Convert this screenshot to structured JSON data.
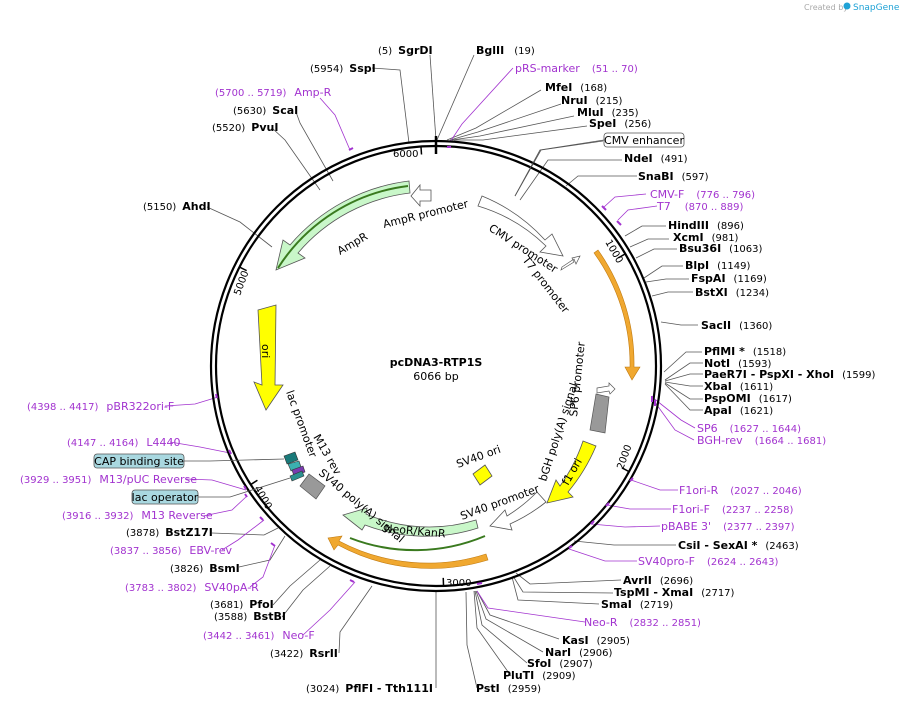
{
  "header": {
    "created_by": "Created by",
    "brand": "SnapGene"
  },
  "plasmid": {
    "name": "pcDNA3-RTP1S",
    "size": "6066 bp"
  },
  "ticks": [
    "1000",
    "2000",
    "3000",
    "4000",
    "5000",
    "6000"
  ],
  "enzymes": [
    {
      "name": "SgrDI",
      "pos": "(5)"
    },
    {
      "name": "BglII",
      "pos": "(19)"
    },
    {
      "name": "MfeI",
      "pos": "(168)"
    },
    {
      "name": "NruI",
      "pos": "(215)"
    },
    {
      "name": "MluI",
      "pos": "(235)"
    },
    {
      "name": "SpeI",
      "pos": "(256)"
    },
    {
      "name": "NdeI",
      "pos": "(491)"
    },
    {
      "name": "SnaBI",
      "pos": "(597)"
    },
    {
      "name": "HindIII",
      "pos": "(896)"
    },
    {
      "name": "XcmI",
      "pos": "(981)"
    },
    {
      "name": "Bsu36I",
      "pos": "(1063)"
    },
    {
      "name": "BlpI",
      "pos": "(1149)"
    },
    {
      "name": "FspAI",
      "pos": "(1169)"
    },
    {
      "name": "BstXI",
      "pos": "(1234)"
    },
    {
      "name": "SacII",
      "pos": "(1360)"
    },
    {
      "name": "PflMI *",
      "pos": "(1518)"
    },
    {
      "name": "NotI",
      "pos": "(1593)"
    },
    {
      "name": "PaeR7I - PspXI - XhoI",
      "pos": "(1599)"
    },
    {
      "name": "XbaI",
      "pos": "(1611)"
    },
    {
      "name": "PspOMI",
      "pos": "(1617)"
    },
    {
      "name": "ApaI",
      "pos": "(1621)"
    },
    {
      "name": "CsiI - SexAI *",
      "pos": "(2463)"
    },
    {
      "name": "AvrII",
      "pos": "(2696)"
    },
    {
      "name": "TspMI - XmaI",
      "pos": "(2717)"
    },
    {
      "name": "SmaI",
      "pos": "(2719)"
    },
    {
      "name": "KasI",
      "pos": "(2905)"
    },
    {
      "name": "NarI",
      "pos": "(2906)"
    },
    {
      "name": "SfoI",
      "pos": "(2907)"
    },
    {
      "name": "PluTI",
      "pos": "(2909)"
    },
    {
      "name": "PstI",
      "pos": "(2959)"
    },
    {
      "name": "PflFI - Tth111I",
      "pos": "(3024)"
    },
    {
      "name": "RsrII",
      "pos": "(3422)"
    },
    {
      "name": "BstBI",
      "pos": "(3588)"
    },
    {
      "name": "PfoI",
      "pos": "(3681)"
    },
    {
      "name": "BsmI",
      "pos": "(3826)"
    },
    {
      "name": "BstZ17I",
      "pos": "(3878)"
    },
    {
      "name": "AhdI",
      "pos": "(5150)"
    },
    {
      "name": "PvuI",
      "pos": "(5520)"
    },
    {
      "name": "ScaI",
      "pos": "(5630)"
    },
    {
      "name": "SspI",
      "pos": "(5954)"
    }
  ],
  "primers": [
    {
      "name": "pRS-marker",
      "range": "(51 .. 70)"
    },
    {
      "name": "CMV-F",
      "range": "(776 .. 796)"
    },
    {
      "name": "T7",
      "range": "(870 .. 889)"
    },
    {
      "name": "SP6",
      "range": "(1627 .. 1644)"
    },
    {
      "name": "BGH-rev",
      "range": "(1664 .. 1681)"
    },
    {
      "name": "F1ori-R",
      "range": "(2027 .. 2046)"
    },
    {
      "name": "F1ori-F",
      "range": "(2237 .. 2258)"
    },
    {
      "name": "pBABE 3'",
      "range": "(2377 .. 2397)"
    },
    {
      "name": "SV40pro-F",
      "range": "(2624 .. 2643)"
    },
    {
      "name": "Neo-R",
      "range": "(2832 .. 2851)"
    },
    {
      "name": "Neo-F",
      "range": "(3442 .. 3461)"
    },
    {
      "name": "SV40pA-R",
      "range": "(3783 .. 3802)"
    },
    {
      "name": "EBV-rev",
      "range": "(3837 .. 3856)"
    },
    {
      "name": "M13 Reverse",
      "range": "(3916 .. 3932)"
    },
    {
      "name": "M13/pUC Reverse",
      "range": "(3929 .. 3951)"
    },
    {
      "name": "L4440",
      "range": "(4147 .. 4164)"
    },
    {
      "name": "pBR322ori-F",
      "range": "(4398 .. 4417)"
    },
    {
      "name": "Amp-R",
      "range": "(5700 .. 5719)"
    }
  ],
  "boxed_features": [
    "CMV enhancer",
    "CAP binding site",
    "lac operator"
  ],
  "features": [
    "AmpR promoter",
    "AmpR",
    "CMV promoter",
    "T7 promoter",
    "ori",
    "SP6 promoter",
    "bGH poly(A) signal",
    "f1 ori",
    "SV40 ori",
    "SV40 promoter",
    "NeoR/KanR",
    "SV40 poly(A) signal",
    "M13 rev",
    "lac promoter"
  ],
  "colors": {
    "primer": "#a233cf",
    "feature_green": "#c9f7c9",
    "ori_yellow": "#ffff00",
    "orf_orange": "#f0a830",
    "brand": "#1fa2d6",
    "box_fill": "#a9d8e0"
  }
}
